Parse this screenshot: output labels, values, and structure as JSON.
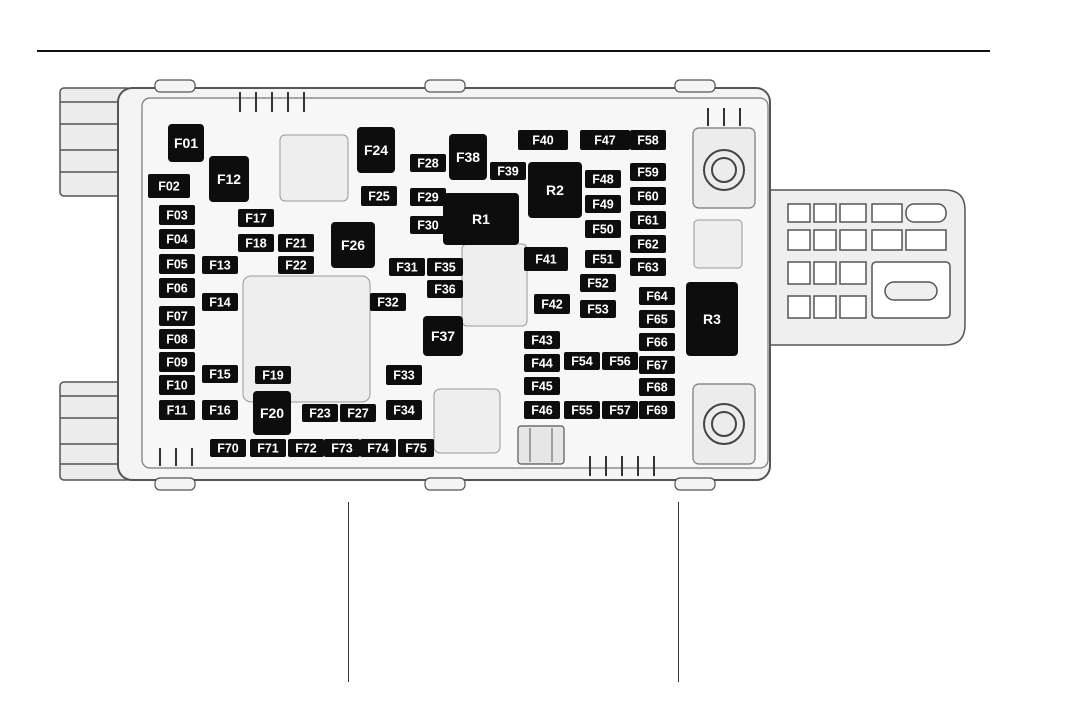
{
  "diagram": {
    "fuses": [
      {
        "id": "F01",
        "label": "F01"
      },
      {
        "id": "F02",
        "label": "F02"
      },
      {
        "id": "F03",
        "label": "F03"
      },
      {
        "id": "F04",
        "label": "F04"
      },
      {
        "id": "F05",
        "label": "F05"
      },
      {
        "id": "F06",
        "label": "F06"
      },
      {
        "id": "F07",
        "label": "F07"
      },
      {
        "id": "F08",
        "label": "F08"
      },
      {
        "id": "F09",
        "label": "F09"
      },
      {
        "id": "F10",
        "label": "F10"
      },
      {
        "id": "F11",
        "label": "F11"
      },
      {
        "id": "F12",
        "label": "F12"
      },
      {
        "id": "F13",
        "label": "F13"
      },
      {
        "id": "F14",
        "label": "F14"
      },
      {
        "id": "F15",
        "label": "F15"
      },
      {
        "id": "F16",
        "label": "F16"
      },
      {
        "id": "F17",
        "label": "F17"
      },
      {
        "id": "F18",
        "label": "F18"
      },
      {
        "id": "F19",
        "label": "F19"
      },
      {
        "id": "F20",
        "label": "F20"
      },
      {
        "id": "F21",
        "label": "F21"
      },
      {
        "id": "F22",
        "label": "F22"
      },
      {
        "id": "F23",
        "label": "F23"
      },
      {
        "id": "F24",
        "label": "F24"
      },
      {
        "id": "F25",
        "label": "F25"
      },
      {
        "id": "F26",
        "label": "F26"
      },
      {
        "id": "F27",
        "label": "F27"
      },
      {
        "id": "F28",
        "label": "F28"
      },
      {
        "id": "F29",
        "label": "F29"
      },
      {
        "id": "F30",
        "label": "F30"
      },
      {
        "id": "F31",
        "label": "F31"
      },
      {
        "id": "F32",
        "label": "F32"
      },
      {
        "id": "F33",
        "label": "F33"
      },
      {
        "id": "F34",
        "label": "F34"
      },
      {
        "id": "F35",
        "label": "F35"
      },
      {
        "id": "F36",
        "label": "F36"
      },
      {
        "id": "F37",
        "label": "F37"
      },
      {
        "id": "F38",
        "label": "F38"
      },
      {
        "id": "F39",
        "label": "F39"
      },
      {
        "id": "F40",
        "label": "F40"
      },
      {
        "id": "F41",
        "label": "F41"
      },
      {
        "id": "F42",
        "label": "F42"
      },
      {
        "id": "F43",
        "label": "F43"
      },
      {
        "id": "F44",
        "label": "F44"
      },
      {
        "id": "F45",
        "label": "F45"
      },
      {
        "id": "F46",
        "label": "F46"
      },
      {
        "id": "F47",
        "label": "F47"
      },
      {
        "id": "F48",
        "label": "F48"
      },
      {
        "id": "F49",
        "label": "F49"
      },
      {
        "id": "F50",
        "label": "F50"
      },
      {
        "id": "F51",
        "label": "F51"
      },
      {
        "id": "F52",
        "label": "F52"
      },
      {
        "id": "F53",
        "label": "F53"
      },
      {
        "id": "F54",
        "label": "F54"
      },
      {
        "id": "F55",
        "label": "F55"
      },
      {
        "id": "F56",
        "label": "F56"
      },
      {
        "id": "F57",
        "label": "F57"
      },
      {
        "id": "F58",
        "label": "F58"
      },
      {
        "id": "F59",
        "label": "F59"
      },
      {
        "id": "F60",
        "label": "F60"
      },
      {
        "id": "F61",
        "label": "F61"
      },
      {
        "id": "F62",
        "label": "F62"
      },
      {
        "id": "F63",
        "label": "F63"
      },
      {
        "id": "F64",
        "label": "F64"
      },
      {
        "id": "F65",
        "label": "F65"
      },
      {
        "id": "F66",
        "label": "F66"
      },
      {
        "id": "F67",
        "label": "F67"
      },
      {
        "id": "F68",
        "label": "F68"
      },
      {
        "id": "F69",
        "label": "F69"
      },
      {
        "id": "F70",
        "label": "F70"
      },
      {
        "id": "F71",
        "label": "F71"
      },
      {
        "id": "F72",
        "label": "F72"
      },
      {
        "id": "F73",
        "label": "F73"
      },
      {
        "id": "F74",
        "label": "F74"
      },
      {
        "id": "F75",
        "label": "F75"
      }
    ],
    "relays": [
      {
        "id": "R1",
        "label": "R1"
      },
      {
        "id": "R2",
        "label": "R2"
      },
      {
        "id": "R3",
        "label": "R3"
      }
    ],
    "colors": {
      "fuse_fill": "#0d0d0d",
      "label_text": "#ffffff",
      "housing_fill": "#f2f2f2",
      "housing_stroke": "#555555"
    }
  }
}
